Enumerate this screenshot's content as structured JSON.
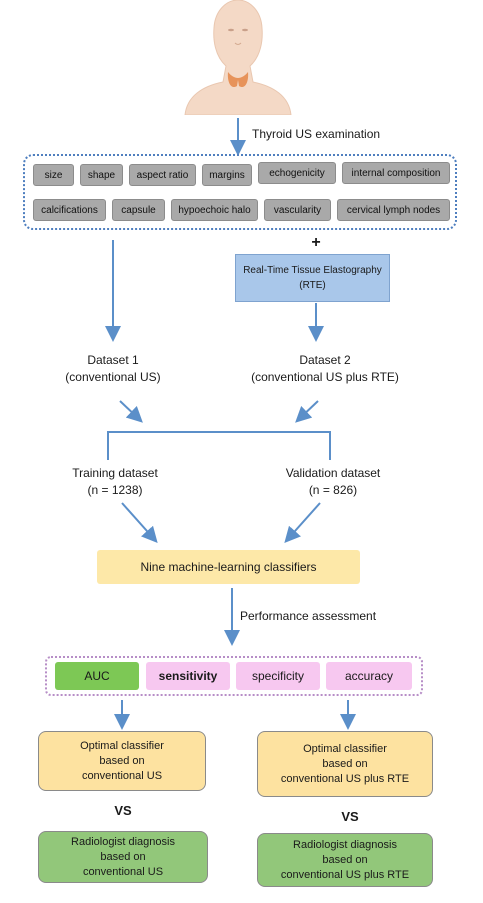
{
  "exam_label": "Thyroid US examination",
  "features_row1": [
    "size",
    "shape",
    "aspect ratio",
    "margins",
    "echogenicity",
    "internal composition"
  ],
  "features_row2": [
    "calcifications",
    "capsule",
    "hypoechoic halo",
    "vascularity",
    "cervical lymph nodes"
  ],
  "plus": "+",
  "rte_box": "Real-Time Tissue Elastography (RTE)",
  "dataset1": {
    "line1": "Dataset 1",
    "line2": "(conventional US)"
  },
  "dataset2": {
    "line1": "Dataset 2",
    "line2": "(conventional US plus RTE)"
  },
  "training": {
    "line1": "Training dataset",
    "line2": "(n = 1238)"
  },
  "validation": {
    "line1": "Validation dataset",
    "line2": "(n = 826)"
  },
  "classifiers": "Nine machine-learning classifiers",
  "assessment": "Performance assessment",
  "metrics": [
    "AUC",
    "sensitivity",
    "specificity",
    "accuracy"
  ],
  "optimal_left": {
    "l1": "Optimal classifier",
    "l2": "based on",
    "l3": "conventional US"
  },
  "optimal_right": {
    "l1": "Optimal classifier",
    "l2": "based on",
    "l3": "conventional US plus RTE"
  },
  "vs": "VS",
  "radiologist_left": {
    "l1": "Radiologist diagnosis",
    "l2": "based on",
    "l3": "conventional US"
  },
  "radiologist_right": {
    "l1": "Radiologist diagnosis",
    "l2": "based on",
    "l3": "conventional US plus RTE"
  },
  "colors": {
    "arrow": "#5b8fc9",
    "feature_fill": "#a9a9a9",
    "rte_fill": "#a9c7ea",
    "classifier_fill": "#fde8a8",
    "auc_fill": "#7dc855",
    "metric_pink": "#f7c8f0",
    "optimal_fill": "#fde2a0",
    "radiologist_fill": "#92c77a",
    "skin": "#f4d9c6",
    "thyroid": "#e7935a"
  },
  "icons": [
    "human-head-icon",
    "thyroid-gland-icon"
  ]
}
